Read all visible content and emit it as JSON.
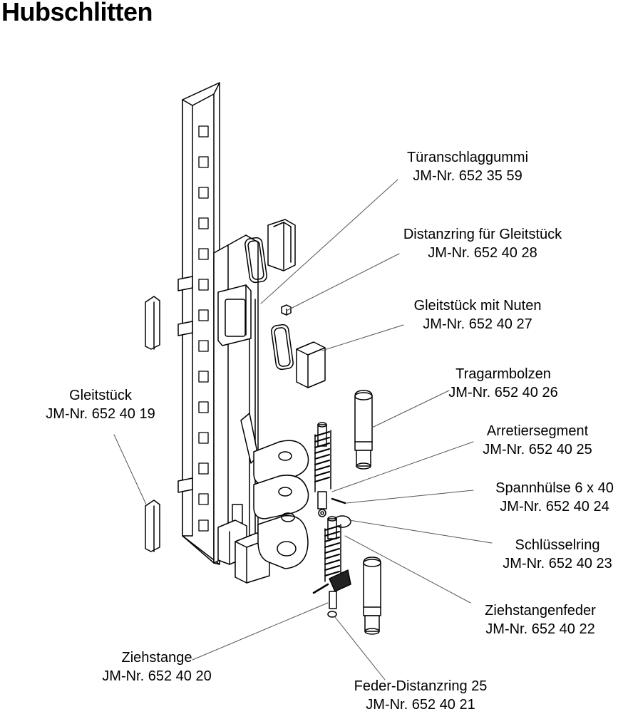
{
  "title": "Hubschlitten",
  "parts": [
    {
      "id": "tueranschlaggummi",
      "name": "Türanschlaggummi",
      "number": "JM-Nr. 652 35 59"
    },
    {
      "id": "distanzring-gleitstueck",
      "name": "Distanzring für Gleitstück",
      "number": "JM-Nr. 652 40 28"
    },
    {
      "id": "gleitstueck-nuten",
      "name": "Gleitstück mit Nuten",
      "number": "JM-Nr. 652 40 27"
    },
    {
      "id": "tragarmbolzen",
      "name": "Tragarmbolzen",
      "number": "JM-Nr. 652 40 26"
    },
    {
      "id": "arretiersegment",
      "name": "Arretiersegment",
      "number": "JM-Nr. 652 40 25"
    },
    {
      "id": "spannhuelse",
      "name": "Spannhülse 6 x 40",
      "number": "JM-Nr. 652 40 24"
    },
    {
      "id": "schluesselring",
      "name": "Schlüsselring",
      "number": "JM-Nr. 652 40 23"
    },
    {
      "id": "ziehstangenfeder",
      "name": "Ziehstangenfeder",
      "number": "JM-Nr. 652 40 22"
    },
    {
      "id": "feder-distanzring",
      "name": "Feder-Distanzring 25",
      "number": "JM-Nr. 652 40 21"
    },
    {
      "id": "ziehstange",
      "name": "Ziehstange",
      "number": "JM-Nr. 652 40 20"
    },
    {
      "id": "gleitstueck",
      "name": "Gleitstück",
      "number": "JM-Nr. 652 40 19"
    }
  ]
}
